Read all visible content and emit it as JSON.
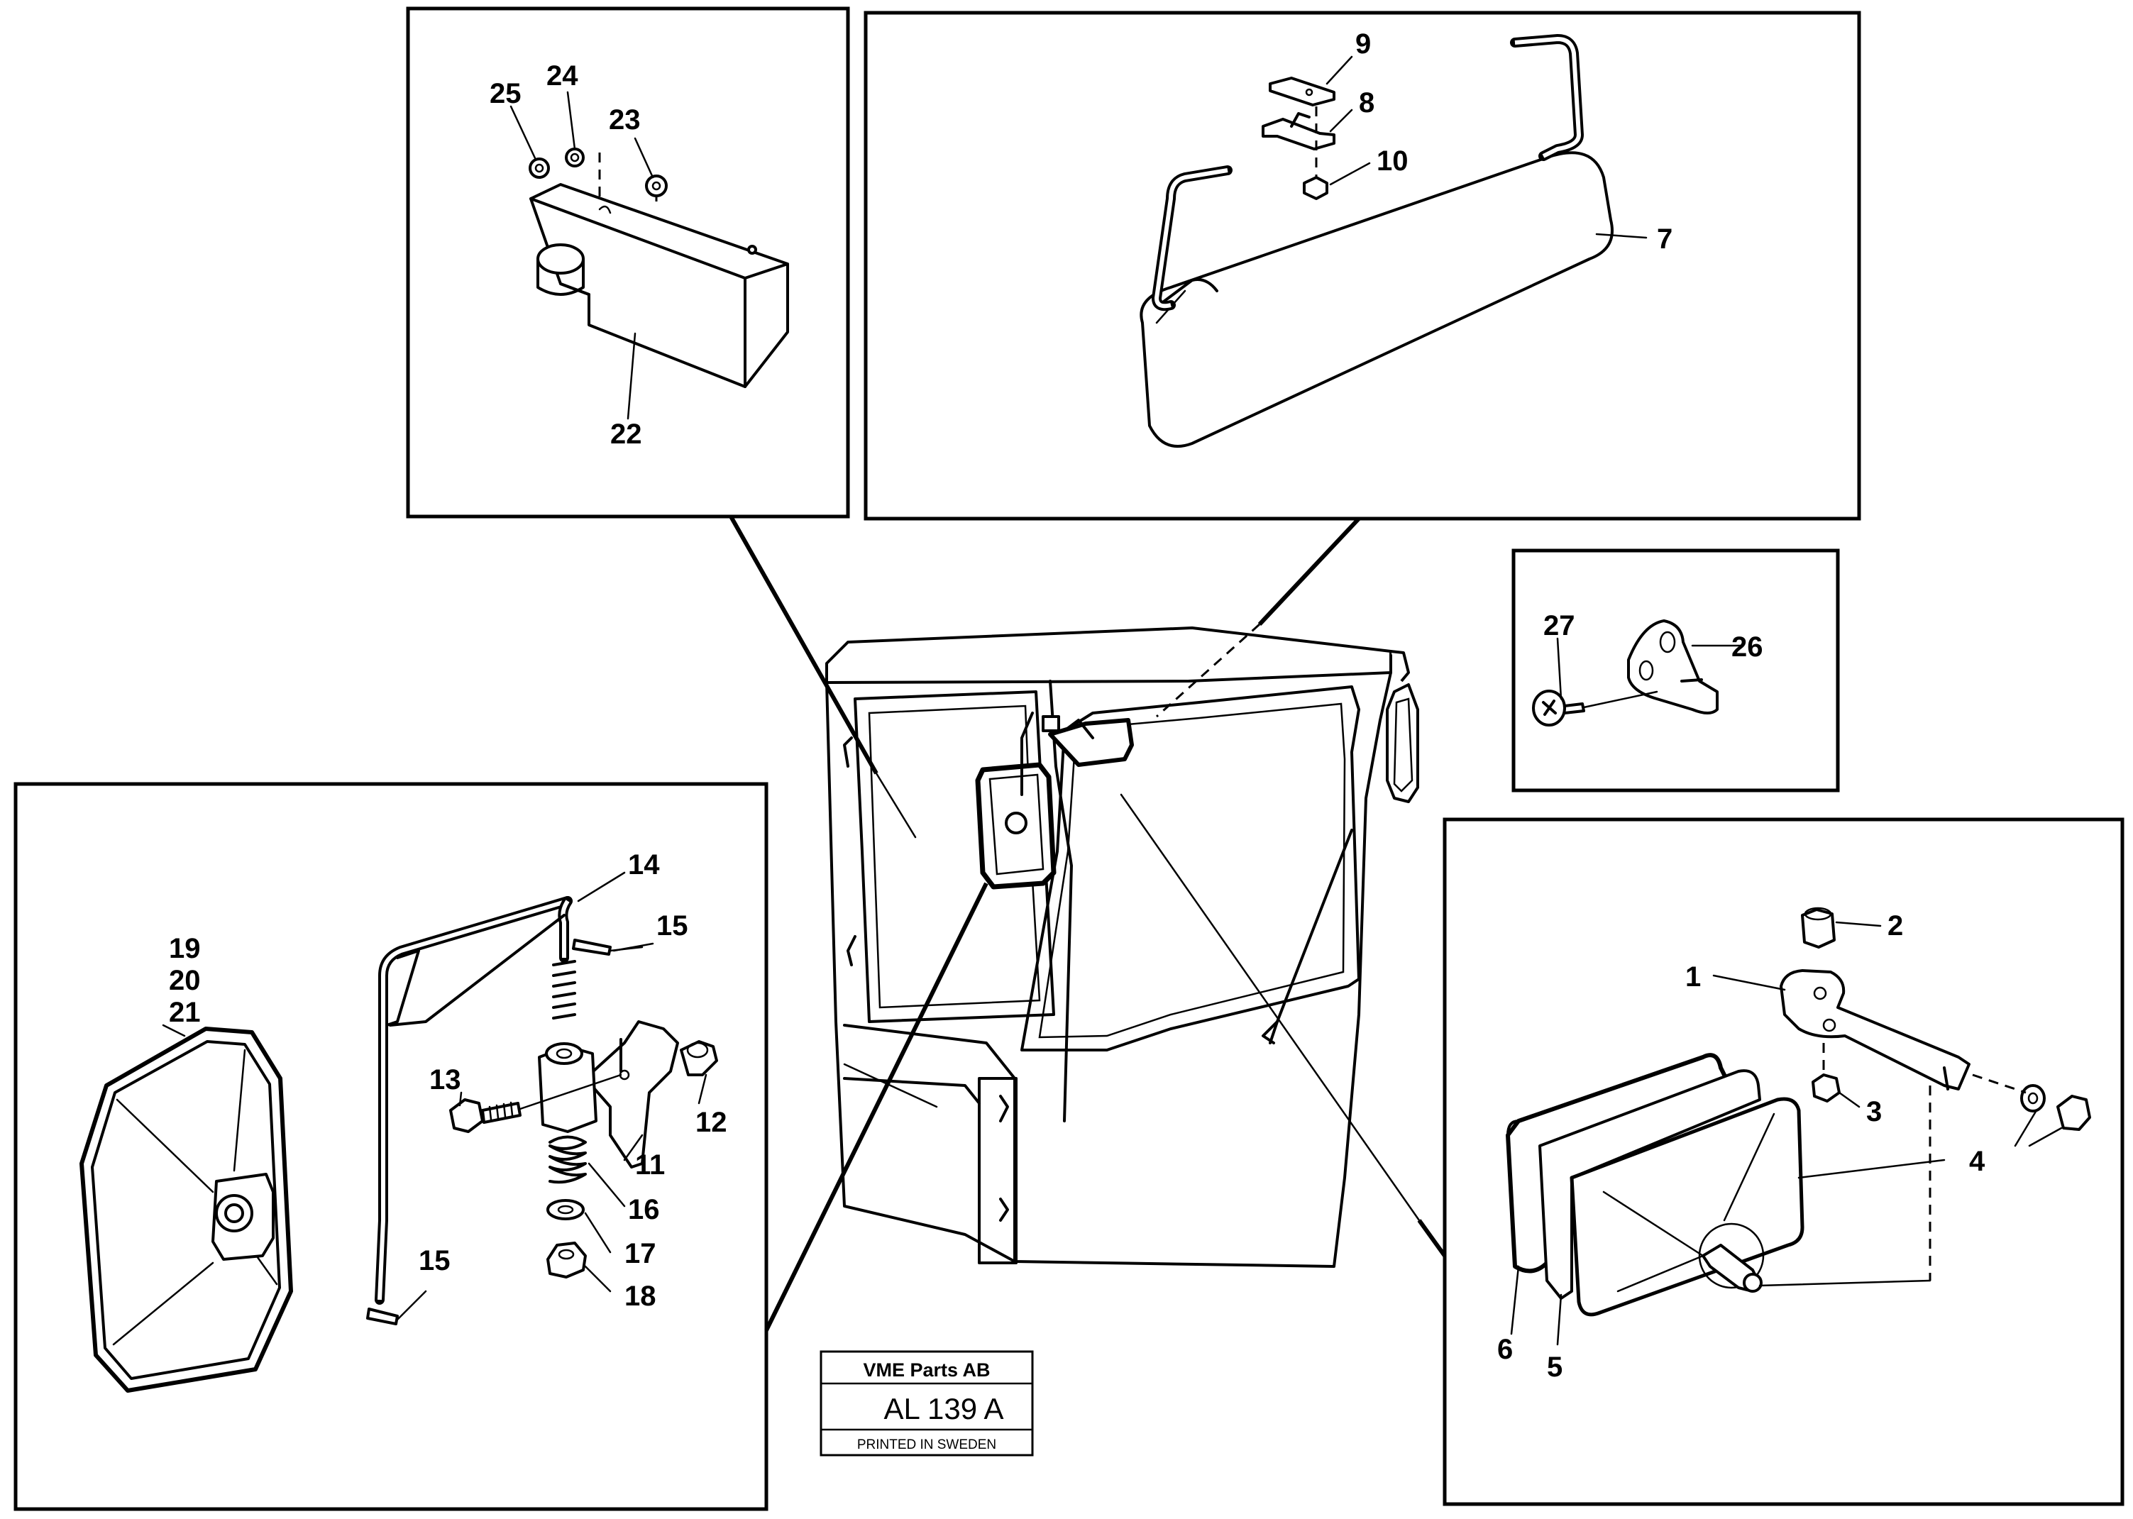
{
  "callouts": [
    {
      "id": "c1",
      "text": "1"
    },
    {
      "id": "c2",
      "text": "2"
    },
    {
      "id": "c3",
      "text": "3"
    },
    {
      "id": "c4",
      "text": "4"
    },
    {
      "id": "c5",
      "text": "5"
    },
    {
      "id": "c6",
      "text": "6"
    },
    {
      "id": "c7",
      "text": "7"
    },
    {
      "id": "c8",
      "text": "8"
    },
    {
      "id": "c9",
      "text": "9"
    },
    {
      "id": "c10",
      "text": "10"
    },
    {
      "id": "c11",
      "text": "11"
    },
    {
      "id": "c12",
      "text": "12"
    },
    {
      "id": "c13",
      "text": "13"
    },
    {
      "id": "c14",
      "text": "14"
    },
    {
      "id": "c15a",
      "text": "15"
    },
    {
      "id": "c15b",
      "text": "15"
    },
    {
      "id": "c16",
      "text": "16"
    },
    {
      "id": "c17",
      "text": "17"
    },
    {
      "id": "c18",
      "text": "18"
    },
    {
      "id": "c19",
      "text": "19"
    },
    {
      "id": "c20",
      "text": "20"
    },
    {
      "id": "c21",
      "text": "21"
    },
    {
      "id": "c22",
      "text": "22"
    },
    {
      "id": "c23",
      "text": "23"
    },
    {
      "id": "c24",
      "text": "24"
    },
    {
      "id": "c25",
      "text": "25"
    },
    {
      "id": "c26",
      "text": "26"
    },
    {
      "id": "c27",
      "text": "27"
    }
  ],
  "title_block": {
    "company": "VME Parts AB",
    "drawing_number": "AL 139 A",
    "printed": "PRINTED IN SWEDEN"
  }
}
